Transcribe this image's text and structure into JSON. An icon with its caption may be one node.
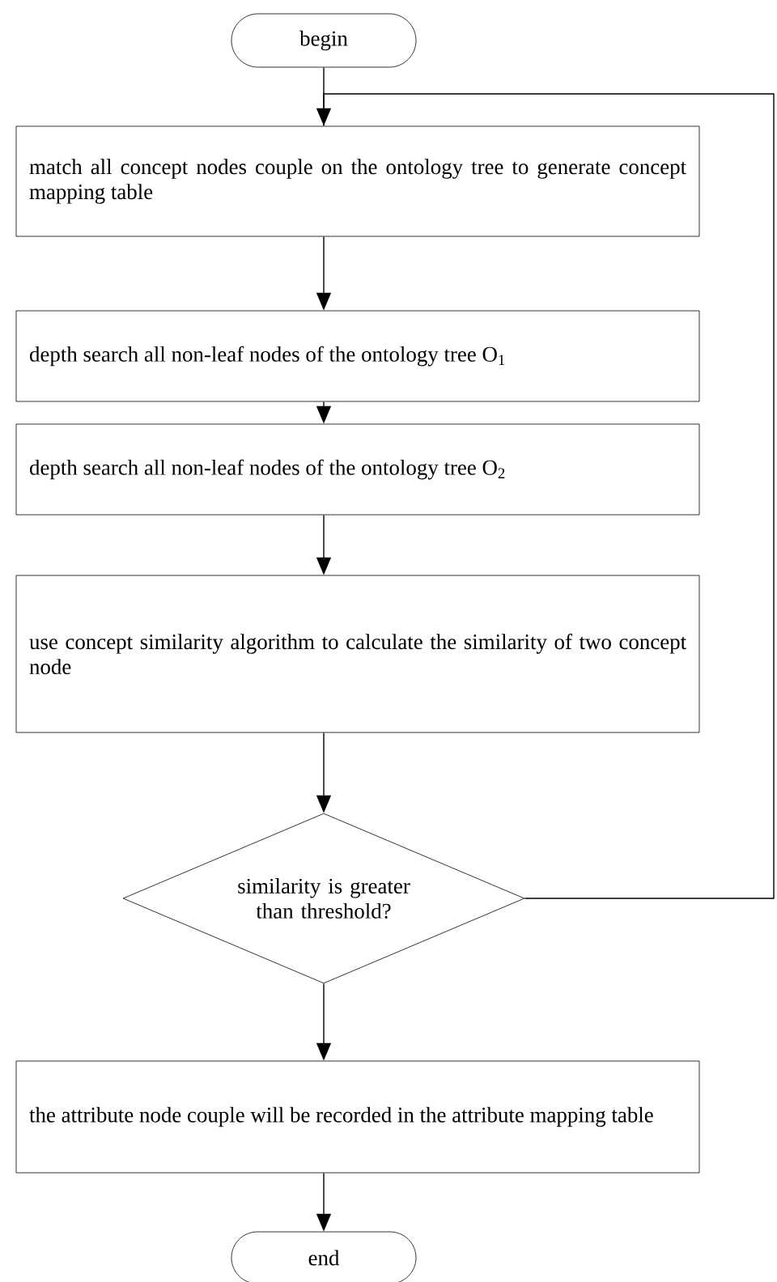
{
  "diagram": {
    "nodes": [
      {
        "text": [
          "begin"
        ]
      },
      {
        "text": [
          "match all concept nodes couple on the ontology tree to generate concept mapping table"
        ]
      },
      {
        "text": [
          "depth search all non-leaf nodes of the ontology tree O$_{1}$"
        ]
      },
      {
        "text": [
          "depth search all non-leaf nodes of the ontology tree O$_{2}$"
        ]
      },
      {
        "text": [
          "use concept similarity algorithm to calculate the similarity of two concept node"
        ]
      },
      {
        "text": [
          "similarity is greater than threshold?"
        ]
      },
      {
        "text": [
          "the attribute node couple will be recorded in the attribute mapping table"
        ]
      },
      {
        "text": [
          "end"
        ]
      }
    ],
    "edges": [
      {
        "from": 0,
        "to": 1,
        "arrow": "none"
      },
      {
        "from": 1,
        "to": 2,
        "arrow": "to"
      },
      {
        "from": 2,
        "to": 3,
        "arrow": "to"
      },
      {
        "from": 3,
        "to": 4,
        "arrow": "to"
      },
      {
        "from": 4,
        "to": 5,
        "arrow": "to"
      },
      {
        "from": 5,
        "to": 6,
        "arrow": "to"
      },
      {
        "from": 6,
        "to": 7,
        "arrow": "to"
      },
      {
        "from": 5,
        "to": 1,
        "arrow": "to"
      }
    ]
  }
}
